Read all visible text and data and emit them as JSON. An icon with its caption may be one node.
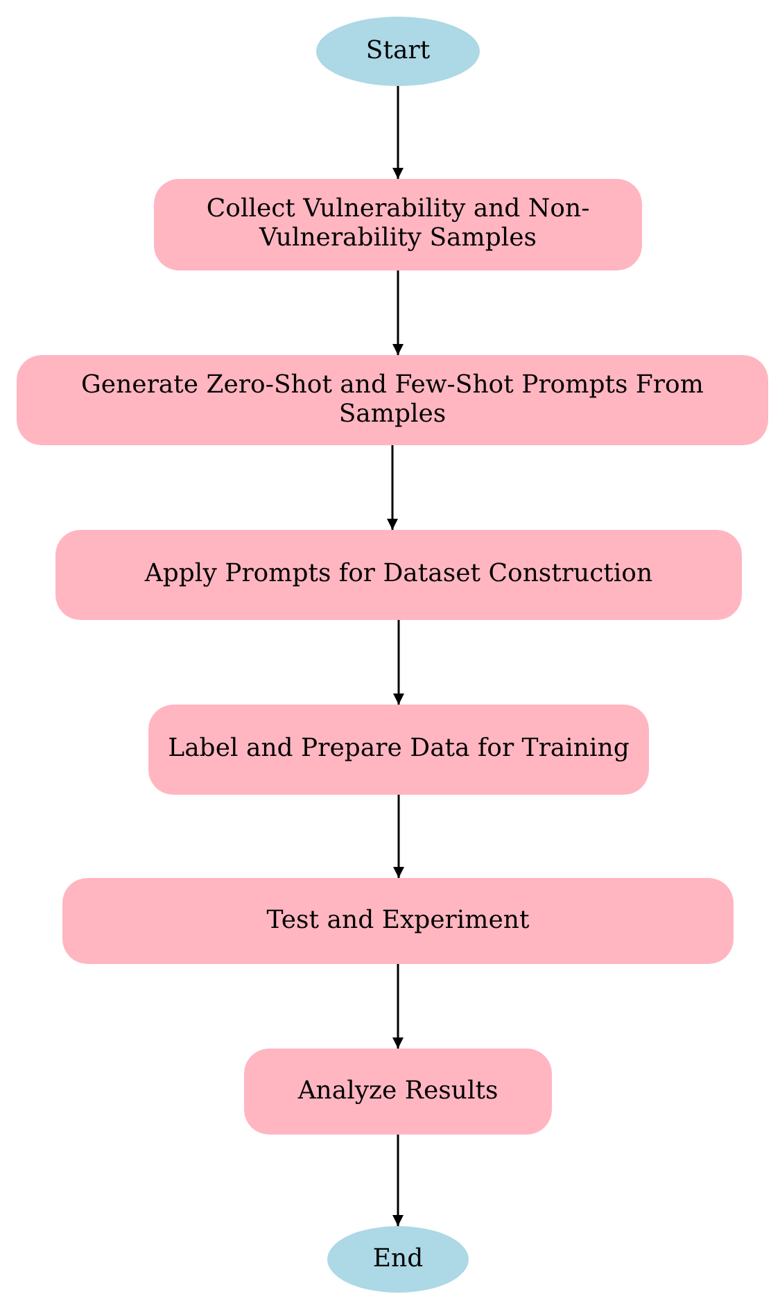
{
  "diagram": {
    "nodes": [
      {
        "text": [
          "Start"
        ]
      },
      {
        "text": [
          "Collect Vulnerability and Non-Vulnerability Samples"
        ]
      },
      {
        "text": [
          "Generate Zero-Shot and Few-Shot Prompts From Samples"
        ]
      },
      {
        "text": [
          "Apply Prompts for Dataset Construction"
        ]
      },
      {
        "text": [
          "Label and Prepare Data for Training"
        ]
      },
      {
        "text": [
          "Test and Experiment"
        ]
      },
      {
        "text": [
          "Analyze Results"
        ]
      },
      {
        "text": [
          "End"
        ]
      }
    ],
    "edges": [
      {
        "from": 0,
        "to": 1,
        "arrow": "to"
      },
      {
        "from": 1,
        "to": 2,
        "arrow": "to"
      },
      {
        "from": 2,
        "to": 3,
        "arrow": "to"
      },
      {
        "from": 3,
        "to": 4,
        "arrow": "to"
      },
      {
        "from": 4,
        "to": 5,
        "arrow": "to"
      },
      {
        "from": 5,
        "to": 6,
        "arrow": "to"
      },
      {
        "from": 6,
        "to": 7,
        "arrow": "to"
      }
    ]
  }
}
